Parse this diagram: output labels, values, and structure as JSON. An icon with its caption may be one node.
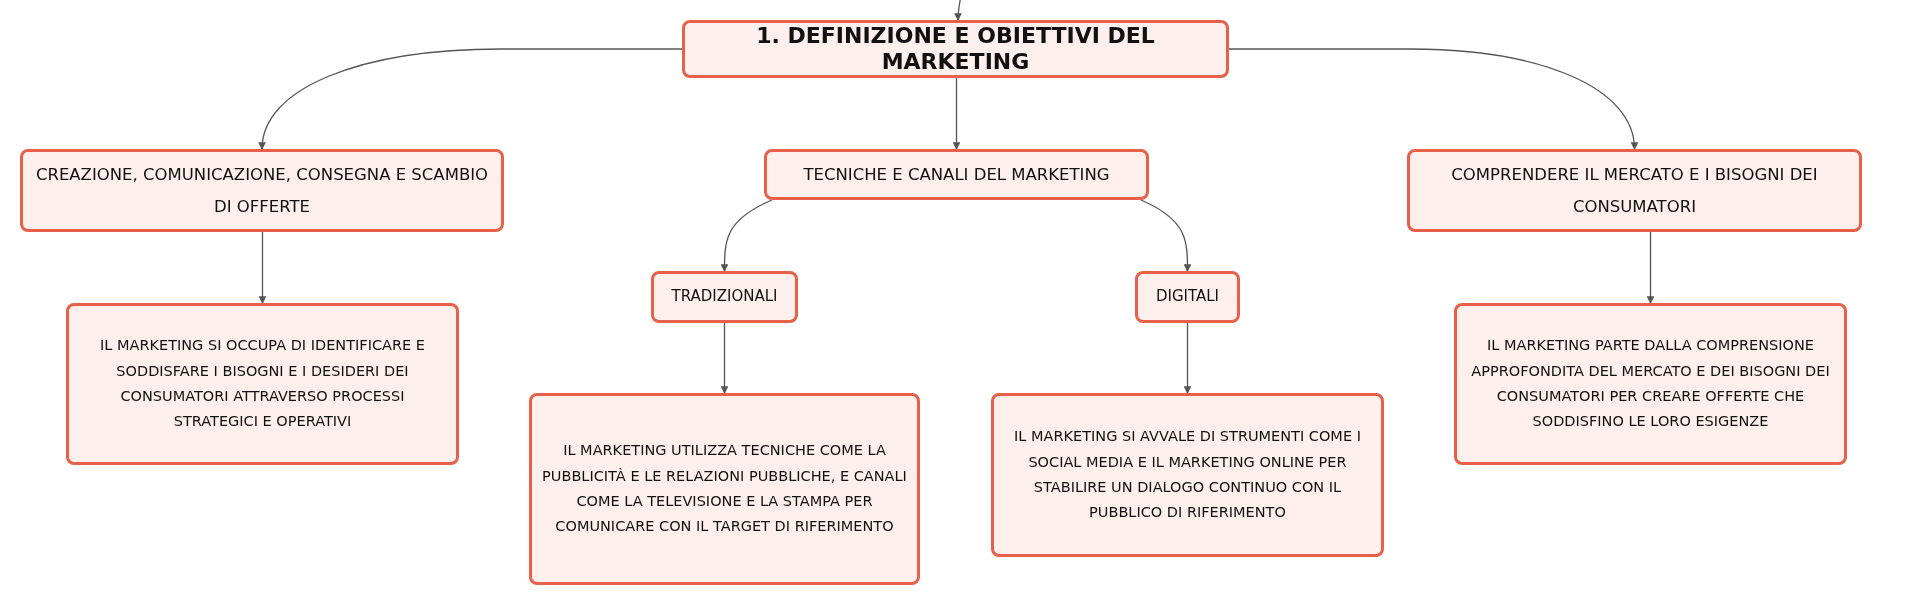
{
  "diagram": {
    "nodes": [
      {
        "text": [
          "1. DEFINIZIONE E OBIETTIVI DEL MARKETING"
        ]
      },
      {
        "text": [
          "CREAZIONE, COMUNICAZIONE, CONSEGNA E SCAMBIO DI OFFERTE"
        ]
      },
      {
        "text": [
          "TECNICHE E CANALI DEL MARKETING"
        ]
      },
      {
        "text": [
          "COMPRENDERE IL MERCATO E I BISOGNI DEI CONSUMATORI"
        ]
      },
      {
        "text": [
          "IL MARKETING SI OCCUPA DI IDENTIFICARE E SODDISFARE I BISOGNI E I DESIDERI DEI CONSUMATORI ATTRAVERSO PROCESSI STRATEGICI E OPERATIVI"
        ]
      },
      {
        "text": [
          "TRADIZIONALI"
        ]
      },
      {
        "text": [
          "DIGITALI"
        ]
      },
      {
        "text": [
          "IL MARKETING UTILIZZA TECNICHE COME LA PUBBLICITÀ E LE RELAZIONI PUBBLICHE, E CANALI COME LA TELEVISIONE E LA STAMPA PER COMUNICARE CON IL TARGET DI RIFERIMENTO"
        ]
      },
      {
        "text": [
          "IL MARKETING SI AVVALE DI STRUMENTI COME I SOCIAL MEDIA E IL MARKETING ONLINE PER STABILIRE UN DIALOGO CONTINUO CON IL PUBBLICO DI RIFERIMENTO"
        ]
      },
      {
        "text": [
          "IL MARKETING PARTE DALLA COMPRENSIONE APPROFONDITA DEL MERCATO E DEI BISOGNI DEI CONSUMATORI PER CREARE OFFERTE CHE SODDISFINO LE LORO ESIGENZE"
        ]
      }
    ],
    "edges": [
      {
        "from": null,
        "to": 0,
        "arrow": "to"
      },
      {
        "from": 0,
        "to": 1,
        "arrow": "to"
      },
      {
        "from": 0,
        "to": 2,
        "arrow": "to"
      },
      {
        "from": 0,
        "to": 3,
        "arrow": "to"
      },
      {
        "from": 1,
        "to": 4,
        "arrow": "to"
      },
      {
        "from": 2,
        "to": 5,
        "arrow": "to"
      },
      {
        "from": 2,
        "to": 6,
        "arrow": "to"
      },
      {
        "from": 3,
        "to": 9,
        "arrow": "to"
      },
      {
        "from": 5,
        "to": 7,
        "arrow": "to"
      },
      {
        "from": 6,
        "to": 8,
        "arrow": "to"
      }
    ]
  }
}
